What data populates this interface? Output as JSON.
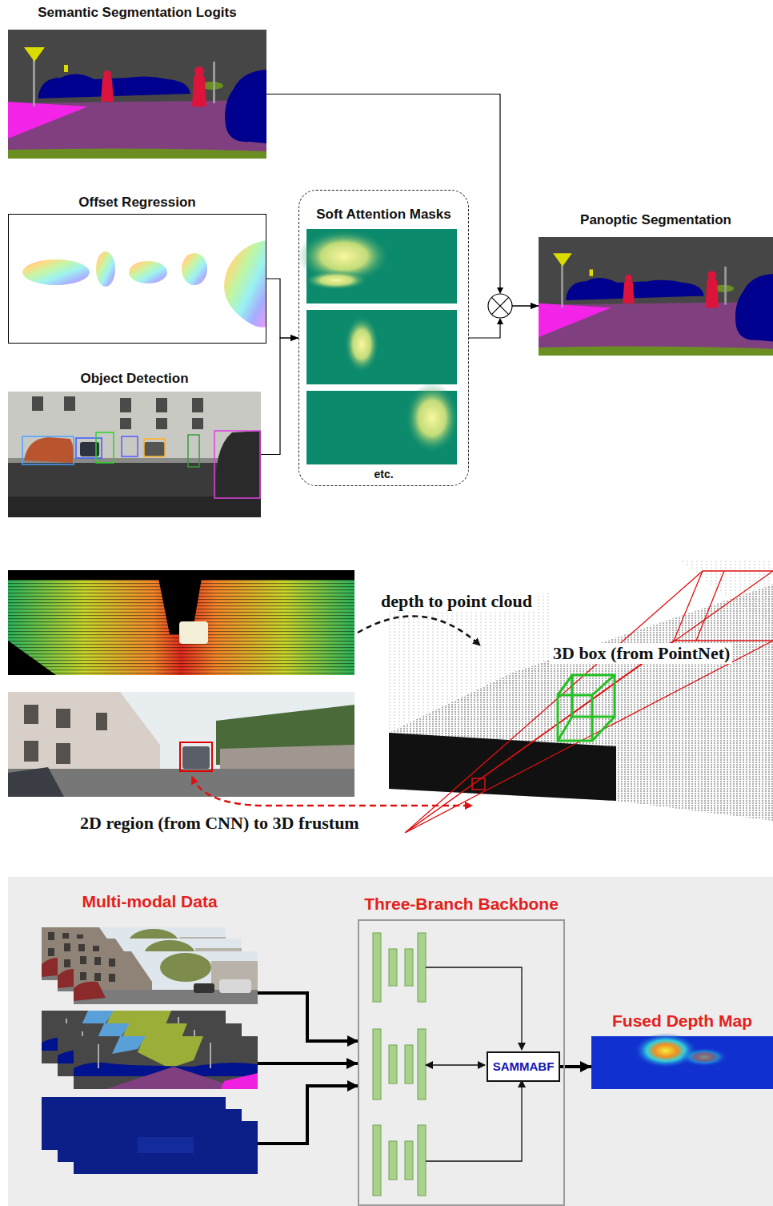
{
  "diagram": {
    "nodes": [
      {
        "text": [
          "Semantic Segmentation Logits"
        ]
      },
      {
        "text": [
          "Offset Regression"
        ]
      },
      {
        "text": [
          "Object Detection"
        ]
      },
      {
        "text": [
          "Soft Attention Masks",
          "etc."
        ]
      },
      {
        "text": [
          "Panoptic Segmentation"
        ]
      },
      {
        "text": [
          "Multi-modal Data"
        ]
      },
      {
        "text": [
          "Three-Branch Backbone"
        ]
      },
      {
        "text": [
          "SAMMABF"
        ],
        "in": 6
      },
      {
        "text": [
          "Fused Depth Map"
        ]
      }
    ],
    "edges": [
      {
        "from": 1,
        "to": 3,
        "arrow": "to"
      },
      {
        "from": 2,
        "to": 3,
        "arrow": "to"
      },
      {
        "from": 0,
        "to": 4,
        "arrow": "to"
      },
      {
        "from": 3,
        "to": 4,
        "arrow": "to"
      },
      {
        "from": 5,
        "to": 6,
        "arrow": "to"
      },
      {
        "from": 7,
        "to": 8,
        "arrow": "to"
      }
    ],
    "labels": [
      "depth to point cloud",
      "3D box (from PointNet)",
      "2D region (from CNN) to 3D frustum"
    ]
  }
}
